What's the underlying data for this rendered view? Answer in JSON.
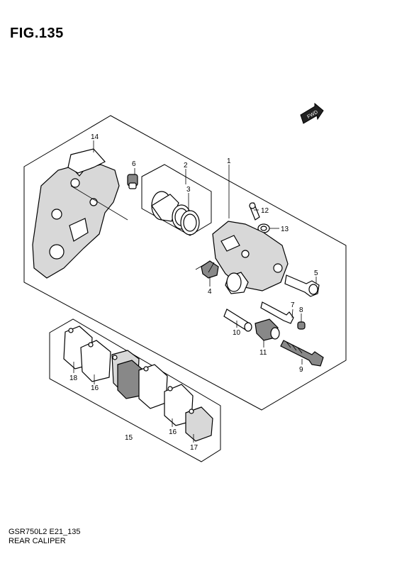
{
  "figure": {
    "title": "FIG.135"
  },
  "footer": {
    "model_code": "GSR750L2 E21_135",
    "diagram_name": "REAR CALIPER"
  },
  "direction_badge": {
    "text": "FWD"
  },
  "callouts": {
    "c1": "1",
    "c2": "2",
    "c3": "3",
    "c4": "4",
    "c5": "5",
    "c6": "6",
    "c7": "7",
    "c8": "8",
    "c9": "9",
    "c10": "10",
    "c11": "11",
    "c12": "12",
    "c13": "13",
    "c14": "14",
    "c15": "15",
    "c16a": "16",
    "c16b": "16",
    "c17": "17",
    "c18": "18"
  }
}
